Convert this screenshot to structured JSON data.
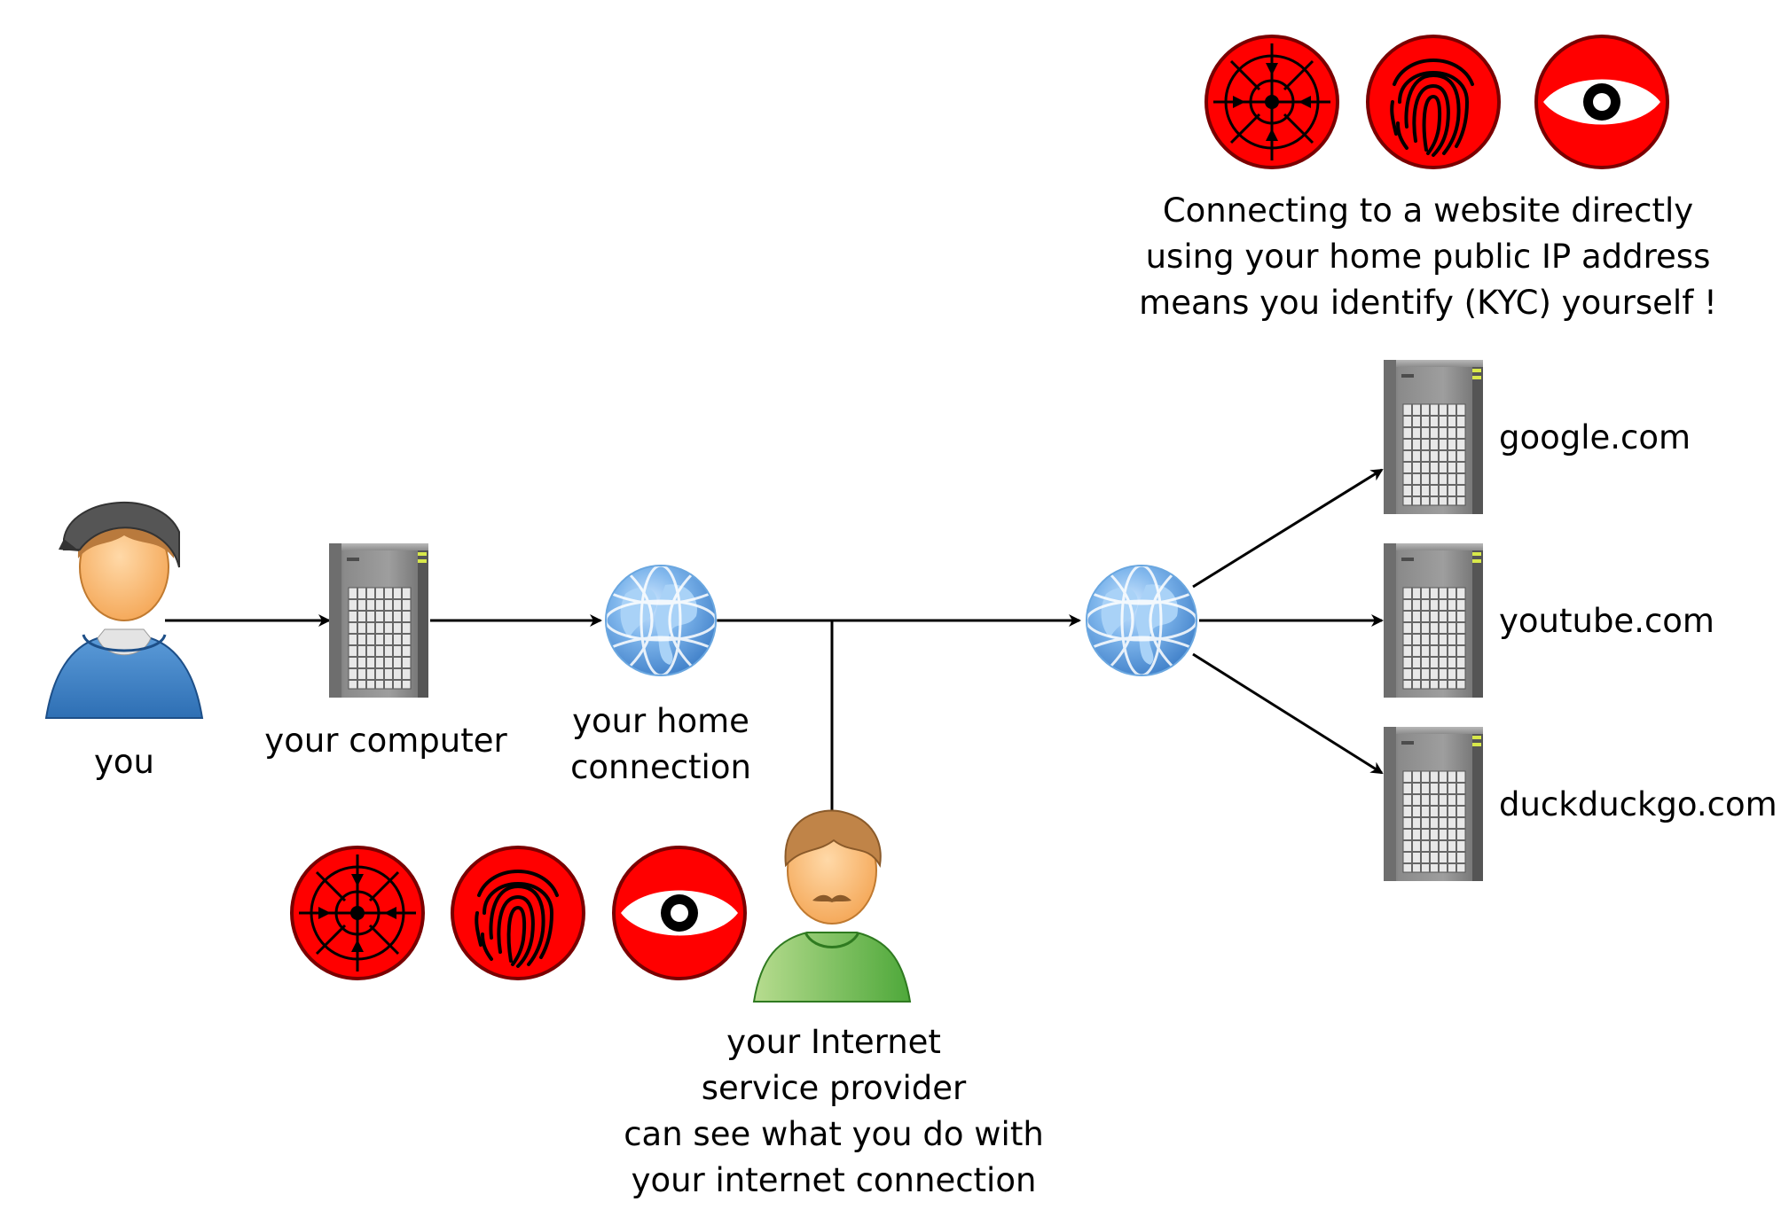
{
  "nodes": {
    "you": {
      "label": "you"
    },
    "computer": {
      "label": "your computer"
    },
    "home_connection": {
      "label_lines": [
        "your home",
        "connection"
      ]
    },
    "isp": {
      "label_lines": [
        "your Internet",
        "service provider",
        "can see what you do with",
        "your internet connection"
      ]
    },
    "servers": [
      {
        "label": "google.com"
      },
      {
        "label": "youtube.com"
      },
      {
        "label": "duckduckgo.com"
      }
    ]
  },
  "warning": {
    "lines": [
      "Connecting to a website directly",
      "using your home public IP address",
      "means you identify (KYC) yourself !"
    ]
  },
  "icons": {
    "threat_badges": [
      "target-icon",
      "fingerprint-icon",
      "eye-icon"
    ],
    "badge_color": "#ff0000"
  },
  "colors": {
    "globe": "#4a90d9",
    "server": "#8a8a8a",
    "hoodie": "#3b7fc4",
    "isp_shirt": "#5cb84a",
    "skin": "#f7b56b"
  }
}
